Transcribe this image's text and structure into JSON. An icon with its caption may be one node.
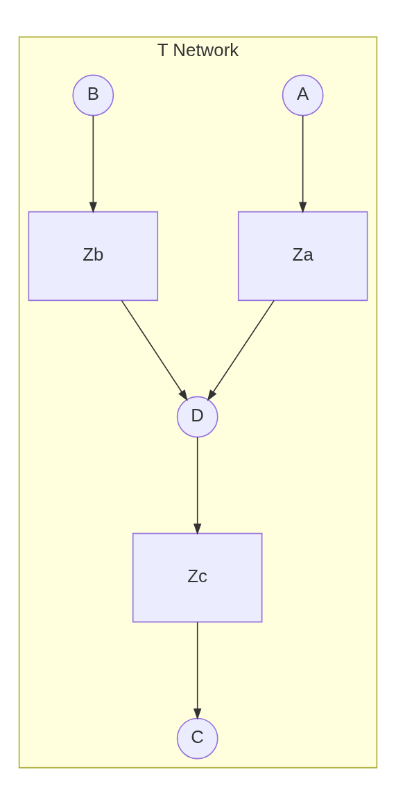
{
  "diagram": {
    "nodes": [
      {
        "text": [
          "T Network"
        ]
      },
      {
        "text": [
          "A"
        ],
        "in": 0
      },
      {
        "text": [
          "B"
        ],
        "in": 0
      },
      {
        "text": [
          "Za"
        ],
        "in": 0
      },
      {
        "text": [
          "Zb"
        ],
        "in": 0
      },
      {
        "text": [
          "D"
        ],
        "in": 0
      },
      {
        "text": [
          "Zc"
        ],
        "in": 0
      },
      {
        "text": [
          "C"
        ],
        "in": 0
      }
    ],
    "edges": [
      {
        "from": 1,
        "to": 3,
        "arrow": "to"
      },
      {
        "from": 2,
        "to": 4,
        "arrow": "to"
      },
      {
        "from": 3,
        "to": 5,
        "arrow": "to"
      },
      {
        "from": 4,
        "to": 5,
        "arrow": "to"
      },
      {
        "from": 5,
        "to": 6,
        "arrow": "to"
      },
      {
        "from": 6,
        "to": 7,
        "arrow": "to"
      }
    ]
  }
}
